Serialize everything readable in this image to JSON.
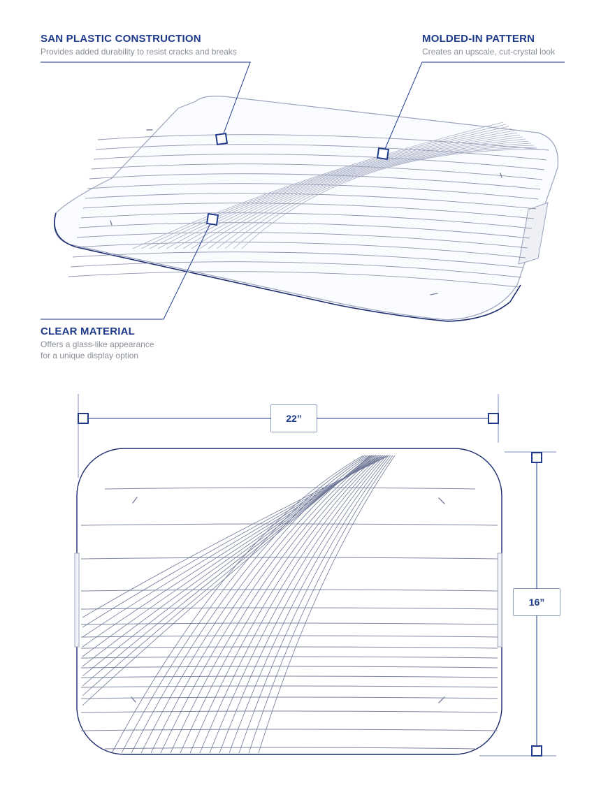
{
  "features": [
    {
      "title": "SAN PLASTIC CONSTRUCTION",
      "desc": "Provides added durability to resist cracks and breaks"
    },
    {
      "title": "MOLDED-IN PATTERN",
      "desc": "Creates an upscale, cut-crystal look"
    },
    {
      "title": "CLEAR MATERIAL",
      "desc_lines": [
        "Offers a glass-like appearance",
        "for a unique display option"
      ]
    }
  ],
  "dimensions": {
    "width": "22”",
    "height": "16”"
  },
  "colors": {
    "accent": "#1f3a8a",
    "callout_line": "#7b8bb8",
    "desc_text": "#8a8f99",
    "tray_outline": "#1b2c6e",
    "groove": "#8e96ad"
  }
}
